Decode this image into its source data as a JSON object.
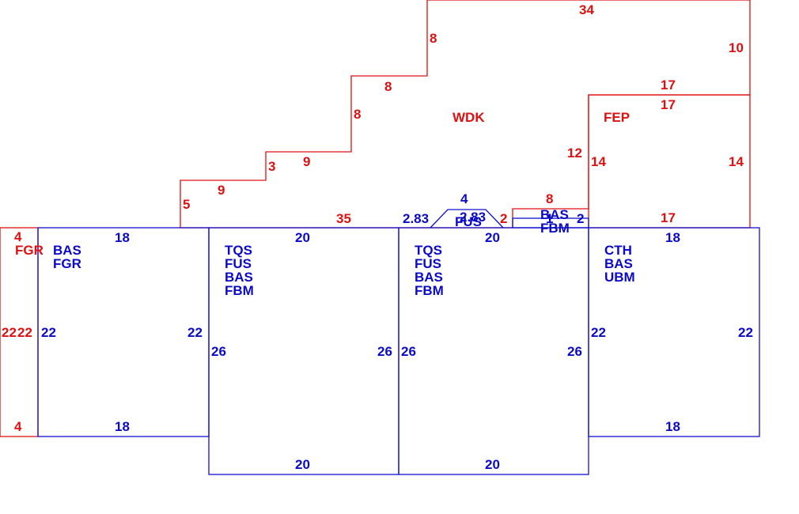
{
  "colors": {
    "exterior_lines": "#e01010",
    "living_lines": "#1010cc",
    "exterior_text": "#dd1111",
    "living_text": "#0a0ac8",
    "background": "#ffffff"
  },
  "areas": {
    "fgr": {
      "codes": [
        "FGR"
      ],
      "dims": {
        "top": "4",
        "left": "22",
        "right": "22",
        "bottom": "4"
      }
    },
    "bas_fgr": {
      "codes": [
        "BAS",
        "FGR"
      ],
      "dims": {
        "top": "18",
        "left": "22",
        "right": "22",
        "bottom": "18"
      }
    },
    "tqs_left": {
      "codes": [
        "TQS",
        "FUS",
        "BAS",
        "FBM"
      ],
      "dims": {
        "top": "20",
        "left": "26",
        "right": "26",
        "bottom": "20"
      }
    },
    "tqs_right": {
      "codes": [
        "TQS",
        "FUS",
        "BAS",
        "FBM"
      ],
      "dims": {
        "top": "20",
        "left": "26",
        "right": "26",
        "bottom": "20"
      }
    },
    "cth": {
      "codes": [
        "CTH",
        "BAS",
        "UBM"
      ],
      "dims": {
        "top": "18",
        "left": "22",
        "right": "22",
        "bottom": "18"
      }
    },
    "wdk": {
      "codes": [
        "WDK"
      ],
      "dims": {
        "top": "34",
        "right": "10",
        "upper_right": "17",
        "step_v1": "8",
        "step_h1": "8",
        "step_v2": "8",
        "step_h2": "9",
        "step_v3": "3",
        "step_h3": "9",
        "left": "5",
        "bottom": "35",
        "notch_right": "12"
      }
    },
    "fep": {
      "codes": [
        "FEP"
      ],
      "dims": {
        "top": "17",
        "left": "14",
        "right": "14",
        "bottom": "17"
      }
    },
    "bay_fus": {
      "codes": [
        "FUS"
      ],
      "dims": {
        "left_diag": "2.83",
        "top": "4",
        "overlap": "2.83",
        "right_diag": "2"
      }
    },
    "bas_fbm_small": {
      "codes": [
        "BAS",
        "FBM"
      ],
      "dims": {
        "top": "8",
        "left": "1",
        "right": "2"
      }
    }
  }
}
